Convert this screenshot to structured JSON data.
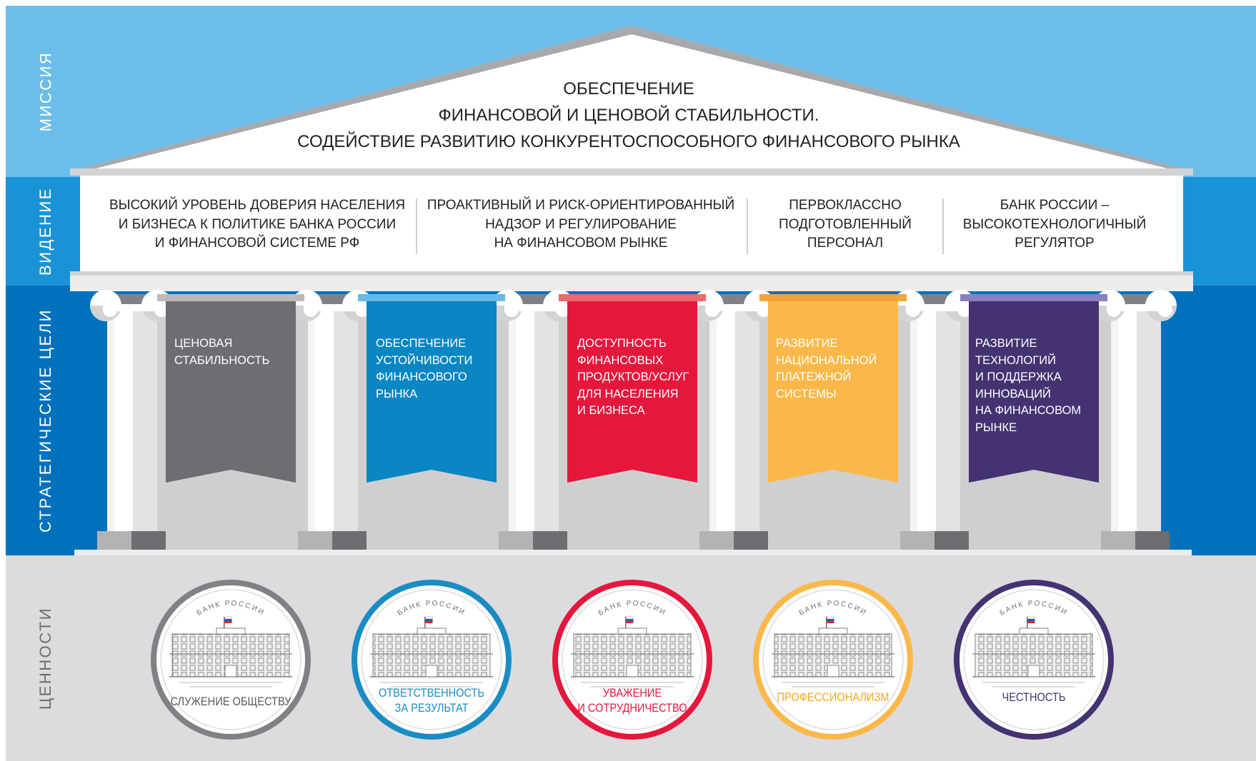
{
  "bands": {
    "mission": "МИССИЯ",
    "vision": "ВИДЕНИЕ",
    "goals": "СТРАТЕГИЧЕСКИЕ ЦЕЛИ",
    "values": "ЦЕННОСТИ"
  },
  "mission": {
    "lines": [
      "ОБЕСПЕЧЕНИЕ",
      "ФИНАНСОВОЙ И ЦЕНОВОЙ СТАБИЛЬНОСТИ.",
      "СОДЕЙСТВИЕ РАЗВИТИЮ КОНКУРЕНТОСПОСОБНОГО ФИНАНСОВОГО РЫНКА"
    ]
  },
  "vision": [
    "ВЫСОКИЙ УРОВЕНЬ ДОВЕРИЯ НАСЕЛЕНИЯ\nИ БИЗНЕСА К ПОЛИТИКЕ БАНКА РОССИИ\nИ ФИНАНСОВОЙ СИСТЕМЕ РФ",
    "ПРОАКТИВНЫЙ И РИСК-ОРИЕНТИРОВАННЫЙ\nНАДЗОР И РЕГУЛИРОВАНИЕ\nНА ФИНАНСОВОМ РЫНКЕ",
    "ПЕРВОКЛАССНО\nПОДГОТОВЛЕННЫЙ\nПЕРСОНАЛ",
    "БАНК РОССИИ –\nВЫСОКОТЕХНОЛОГИЧНЫЙ\nРЕГУЛЯТОР"
  ],
  "goals": [
    {
      "text": "ЦЕНОВАЯ\nСТАБИЛЬНОСТЬ",
      "color": "#6d6e71",
      "band": "#bfb8ba"
    },
    {
      "text": "ОБЕСПЕЧЕНИЕ\nУСТОЙЧИВОСТИ\nФИНАНСОВОГО\nРЫНКА",
      "color": "#0a86c2",
      "band": "#66b9e8"
    },
    {
      "text": "ДОСТУПНОСТЬ\nФИНАНСОВЫХ\nПРОДУКТОВ/УСЛУГ\nДЛЯ НАСЕЛЕНИЯ\nИ БИЗНЕСА",
      "color": "#e5173d",
      "band": "#ee6a6a"
    },
    {
      "text": "РАЗВИТИЕ\nНАЦИОНАЛЬНОЙ\nПЛАТЕЖНОЙ\nСИСТЕМЫ",
      "color": "#fbb84a",
      "band": "#f3a339"
    },
    {
      "text": "РАЗВИТИЕ\nТЕХНОЛОГИЙ\nИ ПОДДЕРЖКА\nИННОВАЦИЙ\nНА ФИНАНСОВОМ\nРЫНКЕ",
      "color": "#443271",
      "band": "#8a7fc0"
    }
  ],
  "values": [
    {
      "text": "СЛУЖЕНИЕ ОБЩЕСТВУ",
      "color": "#808184",
      "text_color": "#58595b"
    },
    {
      "text": "ОТВЕТСТВЕННОСТЬ\nЗА РЕЗУЛЬТАТ",
      "color": "#1a8cc4",
      "text_color": "#1a8cc4"
    },
    {
      "text": "УВАЖЕНИЕ\nИ СОТРУДНИЧЕСТВО",
      "color": "#e5173d",
      "text_color": "#e5173d"
    },
    {
      "text": "ПРОФЕССИОНАЛИЗМ",
      "color": "#fbb84a",
      "text_color": "#f5a623"
    },
    {
      "text": "ЧЕСТНОСТЬ",
      "color": "#443271",
      "text_color": "#443271"
    }
  ],
  "seal_label": "БАНК РОССИИ"
}
